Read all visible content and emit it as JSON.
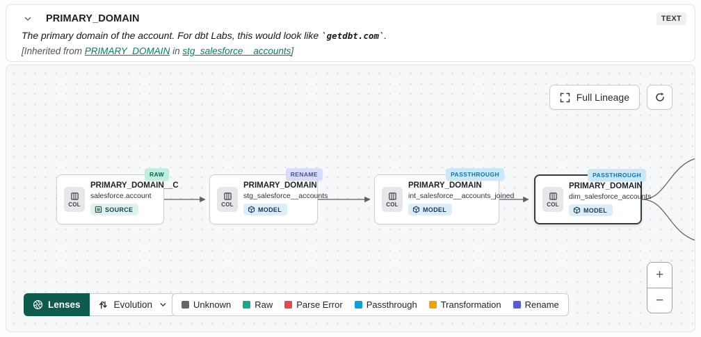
{
  "header": {
    "title": "PRIMARY_DOMAIN",
    "type_badge": "TEXT",
    "description_prefix": "The primary domain of the account. For dbt Labs, this would look like ",
    "description_code": "`getdbt.com`",
    "description_suffix": ".",
    "inherited_prefix": "[Inherited from ",
    "inherited_link_column": "PRIMARY_DOMAIN",
    "inherited_middle": " in ",
    "inherited_link_model": "stg_salesforce__accounts",
    "inherited_suffix": "]"
  },
  "toolbar": {
    "full_lineage_label": "Full Lineage"
  },
  "nodes": [
    {
      "title": "PRIMARY_DOMAIN__C",
      "subtitle": "salesforce.account",
      "resource": "SOURCE",
      "status": "RAW",
      "chip": "COL"
    },
    {
      "title": "PRIMARY_DOMAIN",
      "subtitle": "stg_salesforce__accounts",
      "resource": "MODEL",
      "status": "RENAME",
      "chip": "COL"
    },
    {
      "title": "PRIMARY_DOMAIN",
      "subtitle": "int_salesforce__accounts_joined",
      "resource": "MODEL",
      "status": "PASSTHROUGH",
      "chip": "COL"
    },
    {
      "title": "PRIMARY_DOMAIN",
      "subtitle": "dim_salesforce_accounts",
      "resource": "MODEL",
      "status": "PASSTHROUGH",
      "chip": "COL"
    }
  ],
  "controls": {
    "lenses_label": "Lenses",
    "lens_selected": "Evolution",
    "zoom_in": "+",
    "zoom_out": "−"
  },
  "legend": {
    "items": [
      {
        "label": "Unknown",
        "color": "#63666A"
      },
      {
        "label": "Raw",
        "color": "#19A68F"
      },
      {
        "label": "Parse Error",
        "color": "#E5484D"
      },
      {
        "label": "Passthrough",
        "color": "#0C9ED9"
      },
      {
        "label": "Transformation",
        "color": "#F0A300"
      },
      {
        "label": "Rename",
        "color": "#5B5BD6"
      }
    ]
  },
  "colors": {
    "accent_teal": "#097A6D",
    "lenses_green": "#0E5A4D",
    "canvas_bg": "#F7F8F9",
    "selected_border": "#353A41"
  }
}
